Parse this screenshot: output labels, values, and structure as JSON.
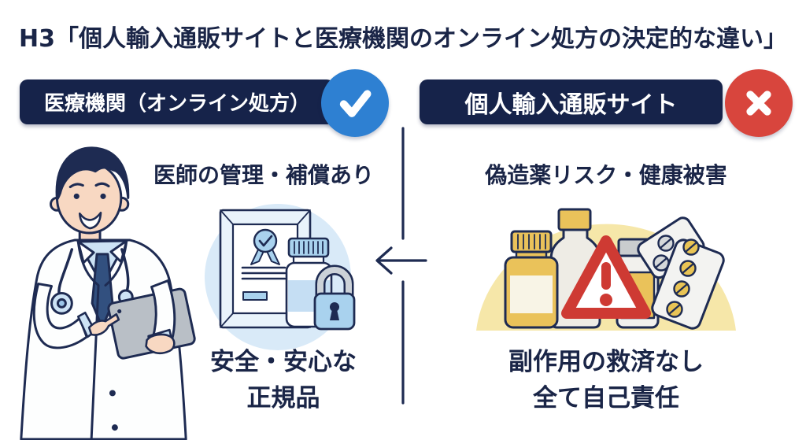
{
  "title": "H3「個人輸入通販サイトと医療機関のオンライン処方の決定的な違い」",
  "left_panel": {
    "header_label": "医療機関（オンライン処方）",
    "mark": "checkmark",
    "subtitle": "医師の管理・補償あり",
    "caption_line1": "安全・安心な",
    "caption_line2": "正規品",
    "illustrations": [
      "doctor-with-tablet",
      "certificate-with-seal",
      "medicine-bottle",
      "padlock"
    ]
  },
  "right_panel": {
    "header_label": "個人輸入通販サイト",
    "mark": "cross",
    "subtitle": "偽造薬リスク・健康被害",
    "caption_line1": "副作用の救済なし",
    "caption_line2": "全て自己責任",
    "illustrations": [
      "amber-pill-bottle",
      "tall-bottle",
      "gray-cap-bottle",
      "warning-triangle",
      "blister-packs"
    ]
  },
  "divider": {
    "arrow_direction": "left"
  },
  "colors": {
    "background": "#ffffff",
    "text_navy": "#1a2547",
    "badge_navy": "#16234a",
    "outline_navy": "#1e2b52",
    "check_blue": "#2e80d2",
    "cross_red": "#d8453d",
    "light_blue_circle": "#d9eaf8",
    "light_blue_fill": "#a9d2ee",
    "pale_yellow_arch": "#f6e7a9",
    "amber": "#eac25a",
    "warning_red": "#ce3a33",
    "skin": "#f8d8c2",
    "tablet_gray": "#b9bfc6"
  }
}
